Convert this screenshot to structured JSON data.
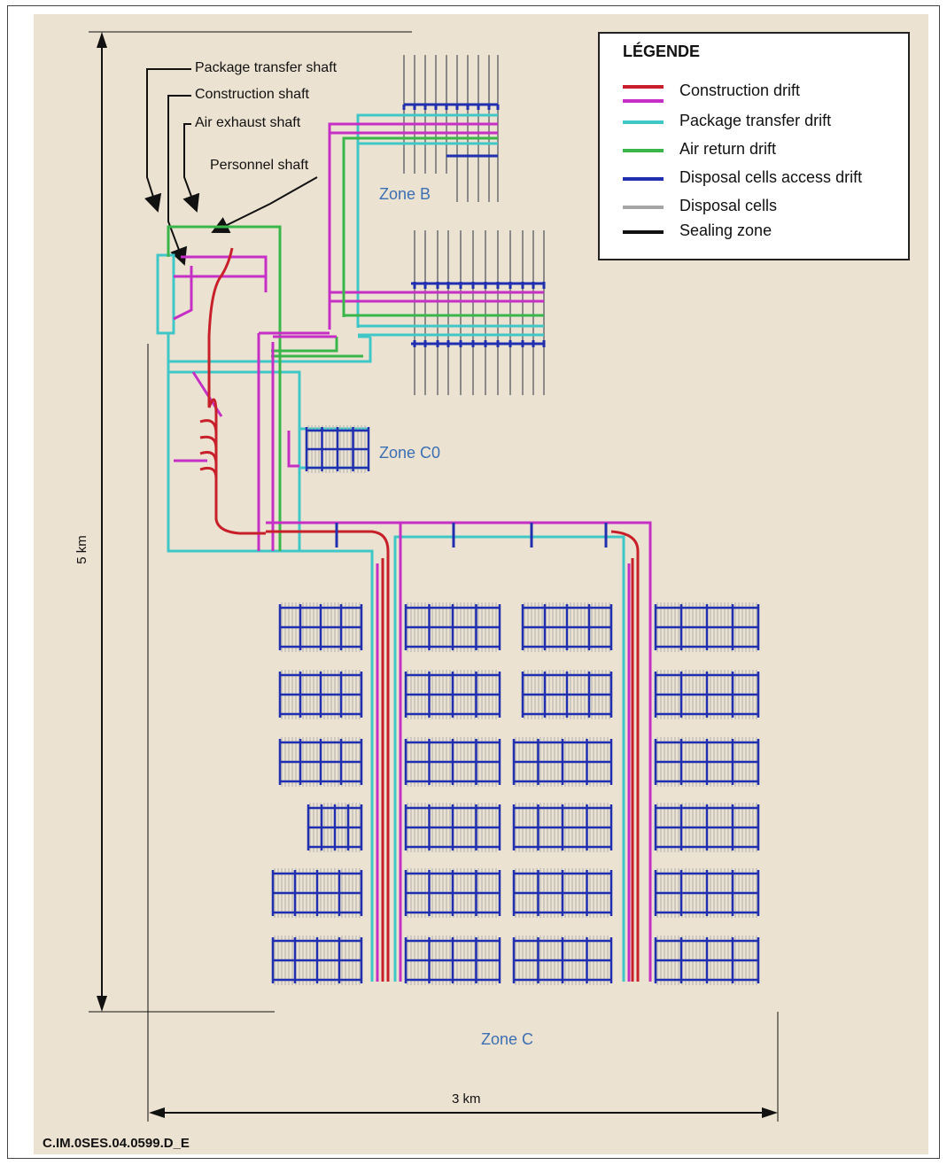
{
  "legend": {
    "title": "LÉGENDE",
    "items": [
      {
        "label": "Construction drift",
        "color": "#c8202a",
        "color2": "#c62fc6"
      },
      {
        "label": "Package transfer drift",
        "color": "#3fc7c7"
      },
      {
        "label": "Air return drift",
        "color": "#39b54a"
      },
      {
        "label": "Disposal cells access drift",
        "color": "#1f2fb0"
      },
      {
        "label": "Disposal cells",
        "color": "#a6a6a6"
      },
      {
        "label": "Sealing zone",
        "color": "#111111"
      }
    ]
  },
  "shafts": {
    "package_transfer": "Package transfer shaft",
    "construction": "Construction shaft",
    "air_exhaust": "Air exhaust shaft",
    "personnel": "Personnel shaft"
  },
  "zones": {
    "b": "Zone B",
    "c0": "Zone C0",
    "c": "Zone C"
  },
  "dimensions": {
    "height": "5 km",
    "width": "3 km"
  },
  "reference_code": "C.IM.0SES.04.0599.D_E",
  "colors": {
    "background": "#ece2d1",
    "construction_red": "#c8202a",
    "construction_magenta": "#c62fc6",
    "package_cyan": "#3fc7c7",
    "air_green": "#39b54a",
    "access_blue": "#1f2fb0",
    "cells_grey": "#a6a6a6",
    "zone_text": "#3b6fb3"
  }
}
